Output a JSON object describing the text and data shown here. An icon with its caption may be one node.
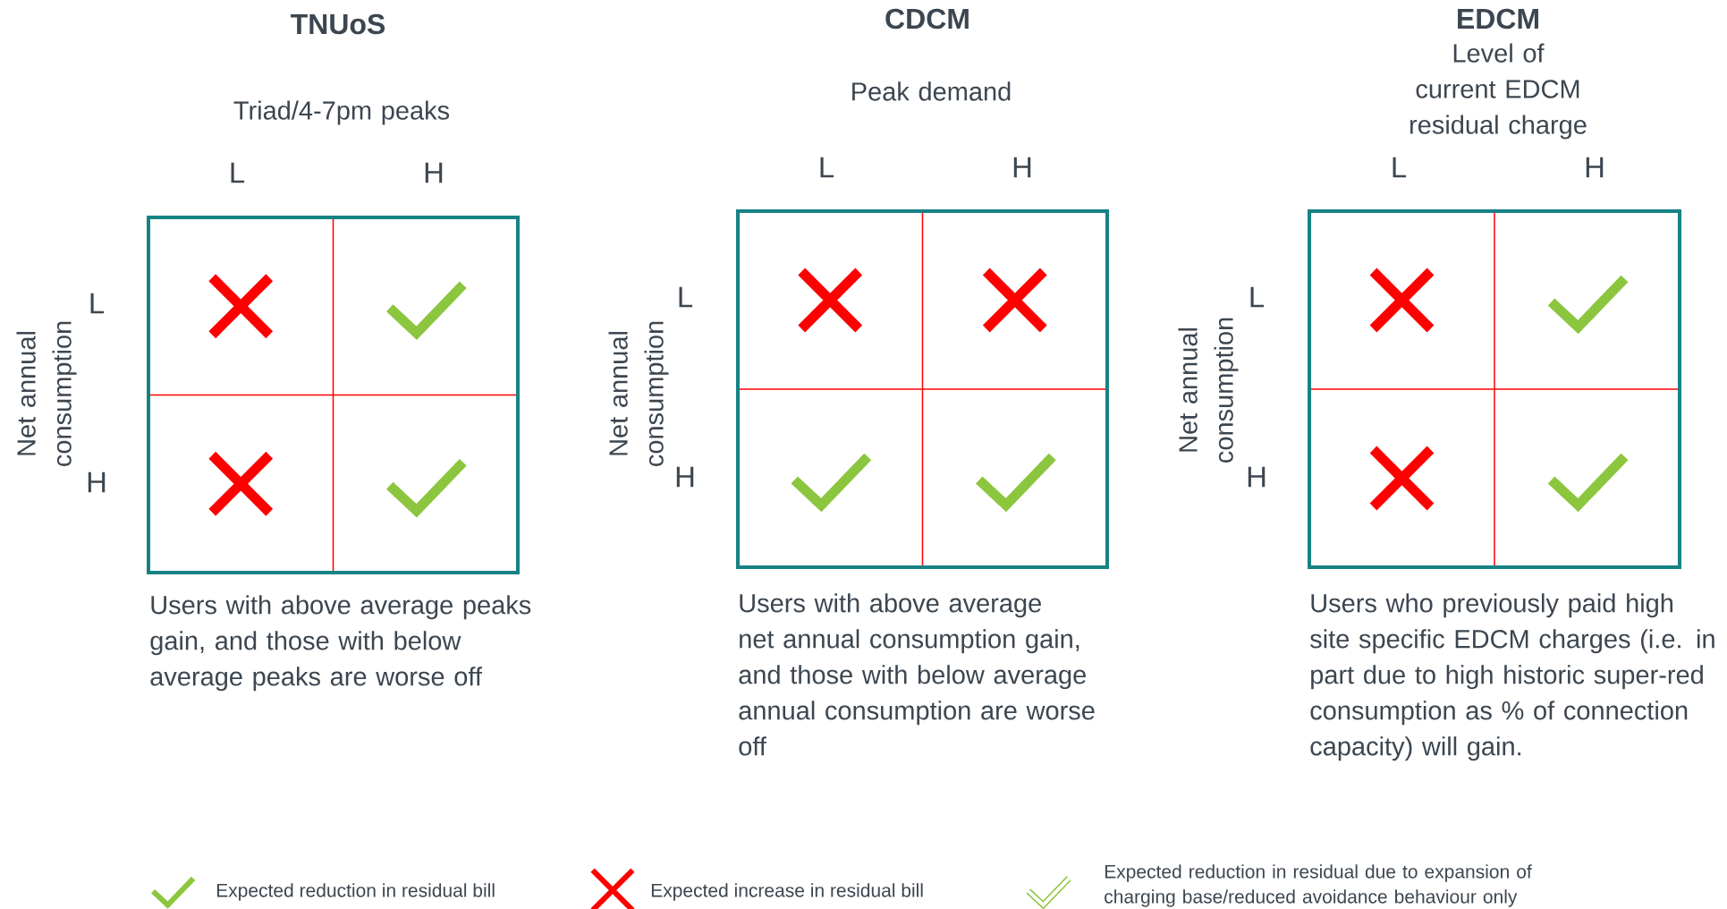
{
  "diagram": {
    "nodes": [
      {
        "text": [],
        "shape": "cross"
      },
      {
        "text": [],
        "shape": "check"
      },
      {
        "text": [],
        "shape": "cross"
      },
      {
        "text": [],
        "shape": "check"
      },
      {
        "text": [],
        "shape": "cross"
      },
      {
        "text": [],
        "shape": "cross"
      },
      {
        "text": [],
        "shape": "check"
      },
      {
        "text": [],
        "shape": "check"
      },
      {
        "text": [],
        "shape": "cross"
      },
      {
        "text": [],
        "shape": "check"
      },
      {
        "text": [],
        "shape": "cross"
      },
      {
        "text": [],
        "shape": "check"
      }
    ],
    "labels": [
      "TNUoS",
      "Triad/4-7pm peaks",
      "L",
      "H",
      "Net annual consumption",
      "L",
      "H",
      "Users with above average peaks gain, and those with below average peaks are worse off",
      "CDCM",
      "Peak demand",
      "L",
      "H",
      "Net annual consumption",
      "L",
      "H",
      "Users with above average net annual consumption gain, and those with below average annual consumption are worse off",
      "EDCM",
      "Level of current EDCM residual charge",
      "L",
      "H",
      "Net annual consumption",
      "L",
      "H",
      "Users who previously paid high site specific EDCM charges (i.e. in part due to high historic super-red consumption as % of connection capacity) will gain."
    ],
    "legend": [
      {
        "text": "Expected reduction in residual bill"
      },
      {
        "text": "Expected increase in residual bill"
      },
      {
        "text": "Expected reduction in residual due to expansion of charging base/reduced avoidance behaviour only"
      }
    ]
  }
}
